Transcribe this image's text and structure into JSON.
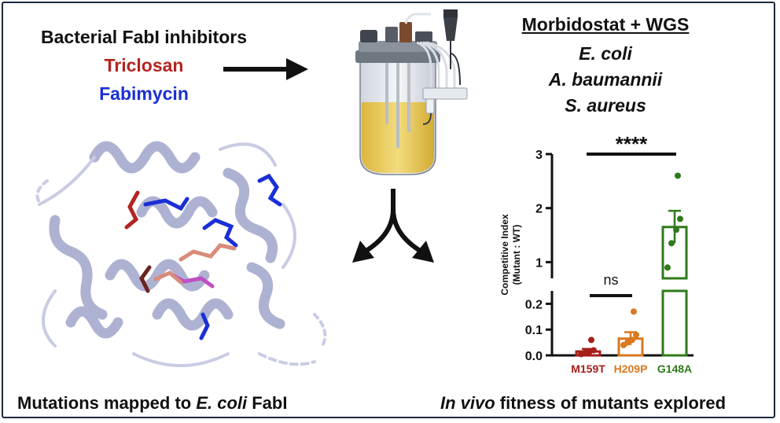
{
  "header": {
    "title": "Bacterial FabI inhibitors",
    "compound_1": "Triclosan",
    "compound_2": "Fabimycin"
  },
  "method": {
    "title": "Morbidostat + WGS",
    "organisms": [
      "E. coli",
      "A. baumannii",
      "S. aureus"
    ]
  },
  "captions": {
    "left": {
      "text": "Mutations mapped to ",
      "italic": "E. coli",
      "tail": " FabI"
    },
    "right": {
      "italic": "In vivo",
      "text": " fitness of mutants explored"
    }
  },
  "colors": {
    "triclosan": "#b32520",
    "fabimycin": "#1a2fd6",
    "m159t": "#a51f1a",
    "h209p": "#d9781f",
    "g148a": "#2f7a1c",
    "protein": "#b9bdda",
    "media": "#e8c95a"
  },
  "icons": [
    "right-arrow-icon",
    "bioreactor-icon",
    "split-arrow-icon",
    "protein-structure-icon"
  ],
  "chart_data": {
    "type": "bar",
    "categories": [
      "M159T",
      "H209P",
      "G148A"
    ],
    "series": [
      {
        "values": [
          0.015,
          0.065,
          1.65
        ]
      }
    ],
    "points": [
      [
        0.005,
        0.01,
        0.015,
        0.02,
        0.06
      ],
      [
        0.04,
        0.05,
        0.06,
        0.08,
        0.17
      ],
      [
        0.9,
        1.35,
        1.6,
        1.8,
        2.6
      ]
    ],
    "errors": [
      0.01,
      0.025,
      0.3
    ],
    "ylabel_line1": "Competitive Index",
    "ylabel_line2": "(Mutant : WT)",
    "ylim_lower": [
      0,
      0.25
    ],
    "ylim_upper": [
      0.7,
      3
    ],
    "yticks_lower": [
      "0.0",
      "0.1",
      "0.2"
    ],
    "yticks_upper": [
      "1",
      "2",
      "3"
    ],
    "significance": [
      {
        "label": "****",
        "from": "M159T",
        "to": "G148A"
      },
      {
        "label": "ns",
        "from": "M159T",
        "to": "H209P"
      }
    ]
  }
}
